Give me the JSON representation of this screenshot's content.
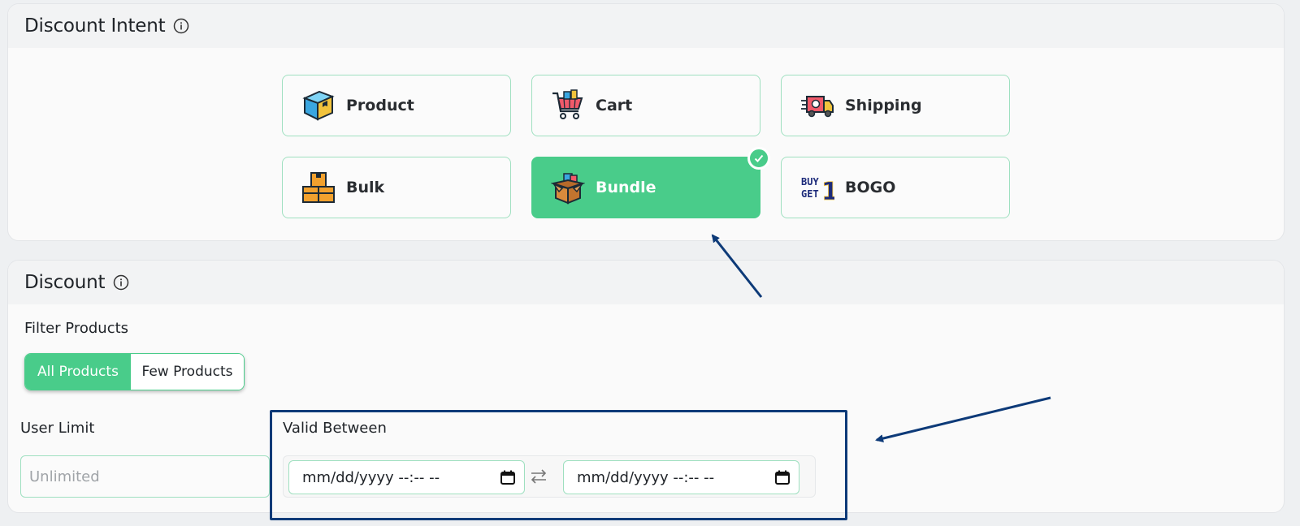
{
  "intent": {
    "title": "Discount Intent",
    "tiles": [
      {
        "label": "Product",
        "icon": "product-box-icon",
        "selected": false
      },
      {
        "label": "Cart",
        "icon": "shopping-cart-icon",
        "selected": false
      },
      {
        "label": "Shipping",
        "icon": "delivery-truck-icon",
        "selected": false
      },
      {
        "label": "Bulk",
        "icon": "stacked-boxes-icon",
        "selected": false
      },
      {
        "label": "Bundle",
        "icon": "open-box-bundle-icon",
        "selected": true
      },
      {
        "label": "BOGO",
        "icon": "buy1-get1-icon",
        "selected": false
      }
    ]
  },
  "discount": {
    "title": "Discount",
    "filter": {
      "label": "Filter Products",
      "options": [
        "All Products",
        "Few Products"
      ],
      "selected": "All Products"
    },
    "user_limit": {
      "label": "User Limit",
      "placeholder": "Unlimited"
    },
    "valid_between": {
      "label": "Valid Between",
      "start": "mm/dd/yyyy --:-- --",
      "end": "mm/dd/yyyy --:-- --"
    }
  },
  "colors": {
    "accent": "#49cc8a",
    "border": "#9fe0c0",
    "annotation": "#0d3a78"
  }
}
